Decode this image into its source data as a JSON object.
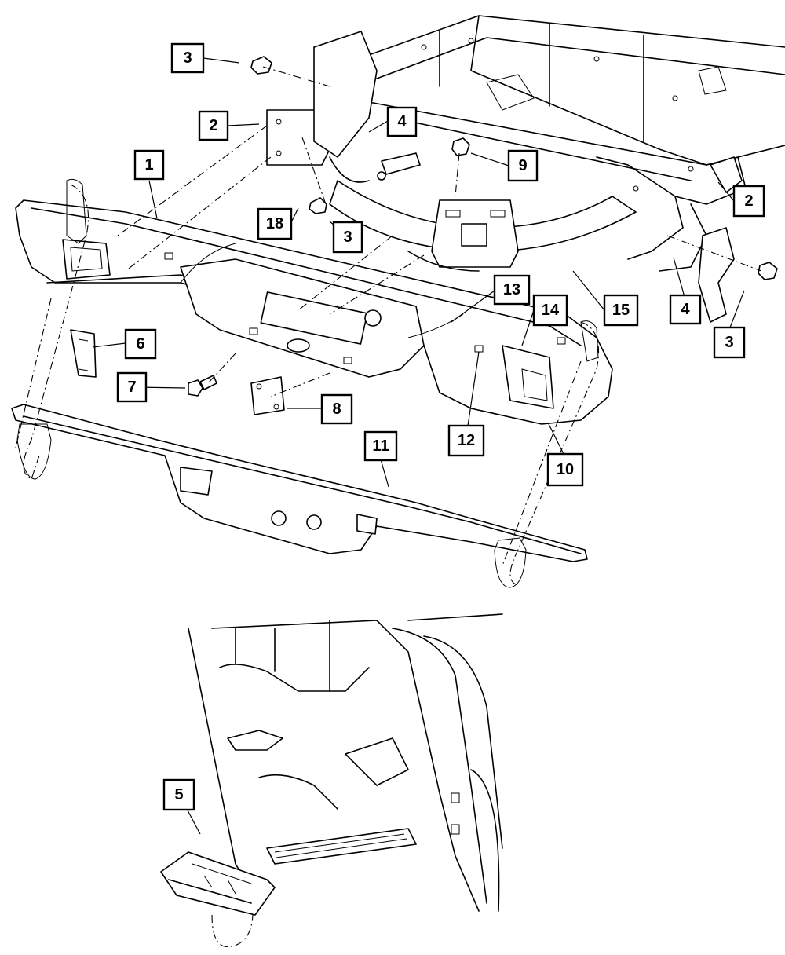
{
  "callouts": [
    {
      "label": "3"
    },
    {
      "label": "2"
    },
    {
      "label": "4"
    },
    {
      "label": "1"
    },
    {
      "label": "9"
    },
    {
      "label": "2"
    },
    {
      "label": "18"
    },
    {
      "label": "3"
    },
    {
      "label": "13"
    },
    {
      "label": "14"
    },
    {
      "label": "15"
    },
    {
      "label": "4"
    },
    {
      "label": "3"
    },
    {
      "label": "6"
    },
    {
      "label": "7"
    },
    {
      "label": "8"
    },
    {
      "label": "12"
    },
    {
      "label": "10"
    },
    {
      "label": "11"
    },
    {
      "label": "5"
    }
  ]
}
